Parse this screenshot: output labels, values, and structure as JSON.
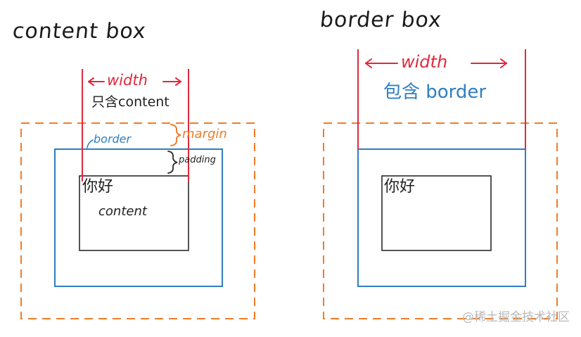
{
  "left": {
    "title": "content box",
    "width_label": "width",
    "width_note": "只含content",
    "margin_label": "margin",
    "border_label": "border",
    "padding_label": "padding",
    "inner_text": "你好",
    "content_label": "content"
  },
  "right": {
    "title": "border box",
    "width_label": "width",
    "width_note": "包含 border",
    "inner_text": "你好"
  },
  "watermark": "@稀土掘金技术社区",
  "colors": {
    "width_red": "#e0283c",
    "border_blue": "#2f7fc0",
    "margin_orange": "#ef7d2a",
    "content_dark": "#2a2a2a"
  }
}
